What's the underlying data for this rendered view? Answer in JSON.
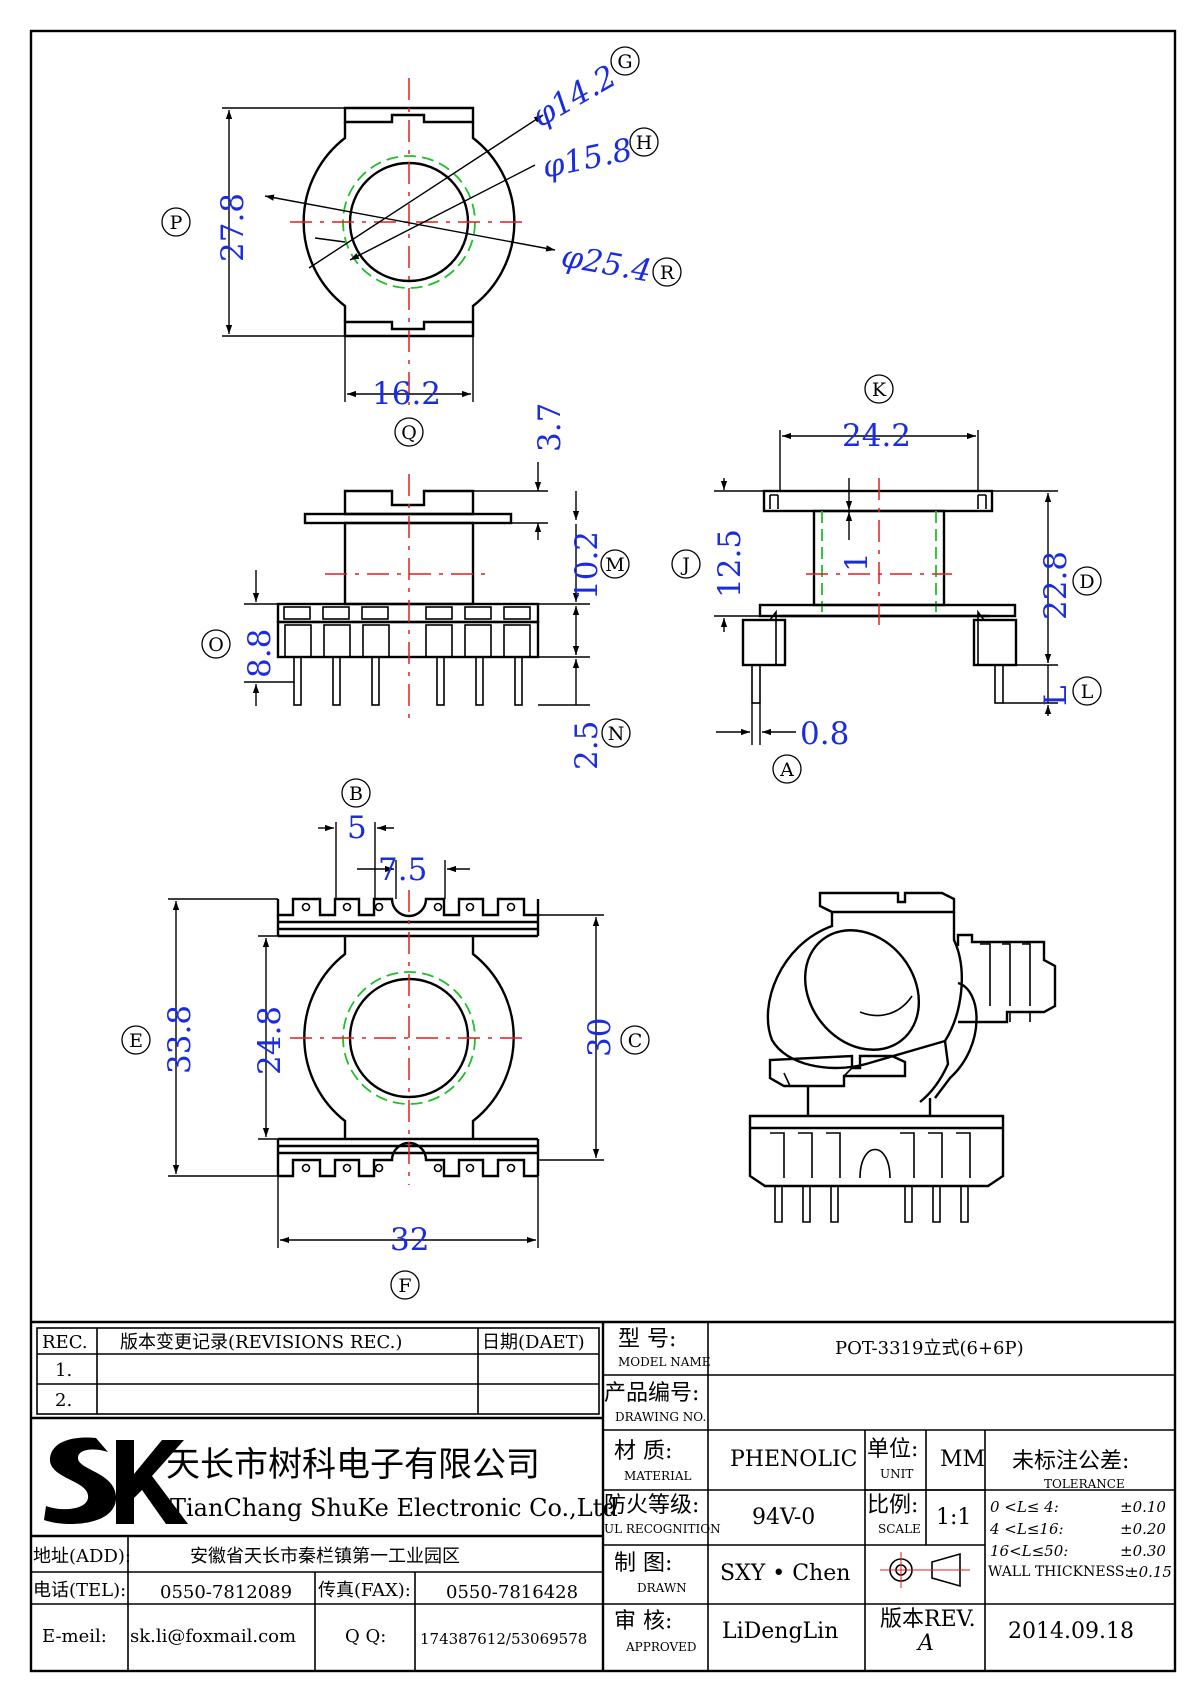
{
  "views": {
    "top": {
      "dims": {
        "d142": "φ14.2",
        "d158": "φ15.8",
        "d254": "φ25.4",
        "h278": "27.8",
        "w162": "16.2"
      },
      "callouts": {
        "G": "G",
        "H": "H",
        "R": "R",
        "P": "P",
        "Q": "Q"
      }
    },
    "front": {
      "dims": {
        "d37": "3.7",
        "d102": "10.2",
        "d88": "8.8",
        "d25": "2.5"
      },
      "callouts": {
        "M": "M",
        "O": "O",
        "N": "N"
      }
    },
    "side": {
      "dims": {
        "d242": "24.2",
        "d125": "12.5",
        "d1": "1",
        "d228": "22.8",
        "dL": "L",
        "d08": "0.8"
      },
      "callouts": {
        "K": "K",
        "J": "J",
        "D": "D",
        "L": "L",
        "A": "A"
      }
    },
    "bottom": {
      "dims": {
        "d5": "5",
        "d75": "7.5",
        "d338": "33.8",
        "d248": "24.8",
        "d30": "30",
        "d32": "32"
      },
      "callouts": {
        "B": "B",
        "E": "E",
        "C": "C",
        "F": "F"
      }
    }
  },
  "title_block": {
    "revisions": {
      "rec_header": "REC.",
      "desc_header": "版本变更记录(REVISIONS REC.)",
      "date_header": "日期(DAET)",
      "rows": [
        {
          "no": "1."
        },
        {
          "no": "2."
        }
      ]
    },
    "company": {
      "logo_text": "SK",
      "name_cn": "天长市树科电子有限公司",
      "name_en": "TianChang ShuKe Electronic Co.,Ltd"
    },
    "contact": {
      "addr_label": "地址(ADD):",
      "addr_value": "安徽省天长市秦栏镇第一工业园区",
      "tel_label": "电话(TEL):",
      "tel_value": "0550-7812089",
      "fax_label": "传真(FAX):",
      "fax_value": "0550-7816428",
      "email_label": "E-meil:",
      "email_value": "sk.li@foxmail.com",
      "qq_label": "Q Q:",
      "qq_value": "174387612/53069578"
    },
    "model": {
      "label_cn": "型  号:",
      "label_en": "MODEL NAME",
      "value": "POT-3319立式(6+6P)"
    },
    "drawing_no": {
      "label_cn": "产品编号:",
      "label_en": "DRAWING NO.",
      "value": ""
    },
    "material": {
      "label_cn": "材  质:",
      "label_en": "MATERIAL",
      "value": "PHENOLIC"
    },
    "ul": {
      "label_cn": "防火等级:",
      "label_en": "UL RECOGNITION",
      "value": "94V-0"
    },
    "drawn": {
      "label_cn": "制  图:",
      "label_en": "DRAWN",
      "value": "SXY • Chen"
    },
    "approved": {
      "label_cn": "审  核:",
      "label_en": "APPROVED",
      "value": "LiDengLin"
    },
    "unit": {
      "label_cn": "单位:",
      "label_en": "UNIT",
      "value": "MM"
    },
    "scale": {
      "label_cn": "比例:",
      "label_en": "SCALE",
      "value": "1:1"
    },
    "rev": {
      "label": "版本REV.",
      "value": "A"
    },
    "tolerance": {
      "title": "未标注公差:",
      "subtitle": "TOLERANCE",
      "rows": [
        {
          "range": "0  <L≤ 4:",
          "value": "±0.10"
        },
        {
          "range": "4  <L≤16:",
          "value": "±0.20"
        },
        {
          "range": "16<L≤50:",
          "value": "±0.30"
        }
      ],
      "wall_label": "WALL THICKNESS:",
      "wall_value": "±0.15"
    },
    "date": "2014.09.18"
  },
  "colors": {
    "dimension": "#1a2ce0",
    "centerline": "#e41e1e",
    "hidden_circle": "#1fbf2a",
    "outline": "#000000"
  }
}
